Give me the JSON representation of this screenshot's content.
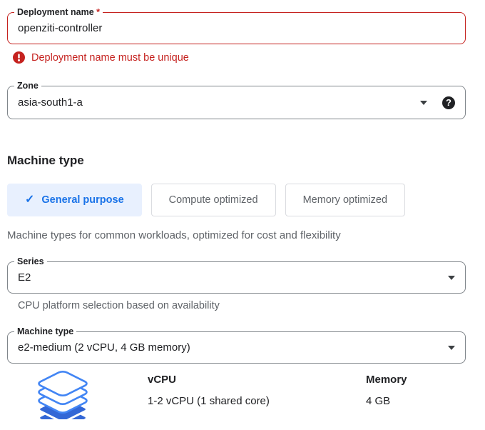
{
  "colors": {
    "error_red": "#c5221f",
    "accent_blue": "#1a73e8",
    "selected_tab_bg": "#e8f0fe",
    "layer_outline_blue": "#4285f4",
    "layer_fill_blue": "#3367d6",
    "text_primary": "#202124",
    "text_secondary": "#5f6368"
  },
  "icons": {
    "help_glyph": "?",
    "check_glyph": "✓"
  },
  "deployment_field": {
    "label": "Deployment name",
    "required_marker": "*",
    "value": "openziti-controller",
    "error_message": "Deployment name must be unique"
  },
  "zone_field": {
    "label": "Zone",
    "value": "asia-south1-a"
  },
  "machine_type_section": {
    "heading": "Machine type",
    "tabs": [
      {
        "label": "General purpose",
        "selected": true
      },
      {
        "label": "Compute optimized",
        "selected": false
      },
      {
        "label": "Memory optimized",
        "selected": false
      }
    ],
    "description": "Machine types for common workloads, optimized for cost and flexibility",
    "series_field": {
      "label": "Series",
      "value": "E2",
      "helper": "CPU platform selection based on availability"
    },
    "machine_type_field": {
      "label": "Machine type",
      "value": "e2-medium (2 vCPU, 4 GB memory)"
    },
    "specs": {
      "icon": "layers-stack-icon",
      "columns": [
        {
          "header": "vCPU",
          "value": "1-2 vCPU (1 shared core)"
        },
        {
          "header": "Memory",
          "value": "4 GB"
        }
      ]
    }
  }
}
